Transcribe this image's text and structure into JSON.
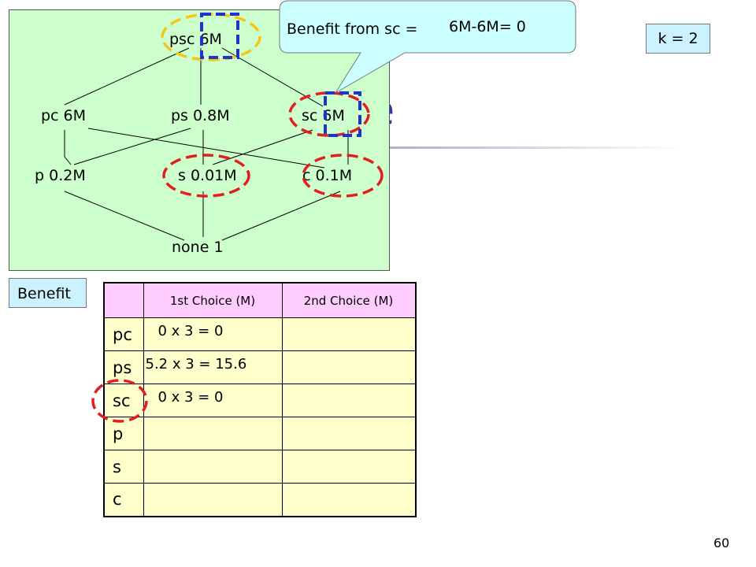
{
  "lattice": {
    "nodes": {
      "psc": "psc 6M",
      "pc": "pc 6M",
      "ps": "ps 0.8M",
      "sc": "sc 6M",
      "p": "p 0.2M",
      "s": "s 0.01M",
      "c": "c 0.1M",
      "none": "none 1"
    }
  },
  "title_fragment": "e",
  "callout": {
    "label": "Benefit from sc =",
    "value": "6M-6M= 0"
  },
  "k_label": "k = 2",
  "benefit_label": "Benefit",
  "table": {
    "headers": [
      "1st Choice (M)",
      "2nd Choice (M)"
    ],
    "rows": [
      {
        "label": "pc",
        "first": "0 x 3 = 0",
        "second": ""
      },
      {
        "label": "ps",
        "first": "5.2 x 3 = 15.6",
        "second": ""
      },
      {
        "label": "sc",
        "first": "0 x 3 = 0",
        "second": ""
      },
      {
        "label": "p",
        "first": "",
        "second": ""
      },
      {
        "label": "s",
        "first": "",
        "second": ""
      },
      {
        "label": "c",
        "first": "",
        "second": ""
      }
    ]
  },
  "colors": {
    "lattice_bg": "#ccffcc",
    "callout_bg": "#ccffff",
    "highlight_red": "#e02020",
    "highlight_yellow": "#f5c518",
    "highlight_blue": "#2233cc"
  },
  "page_number": "60"
}
